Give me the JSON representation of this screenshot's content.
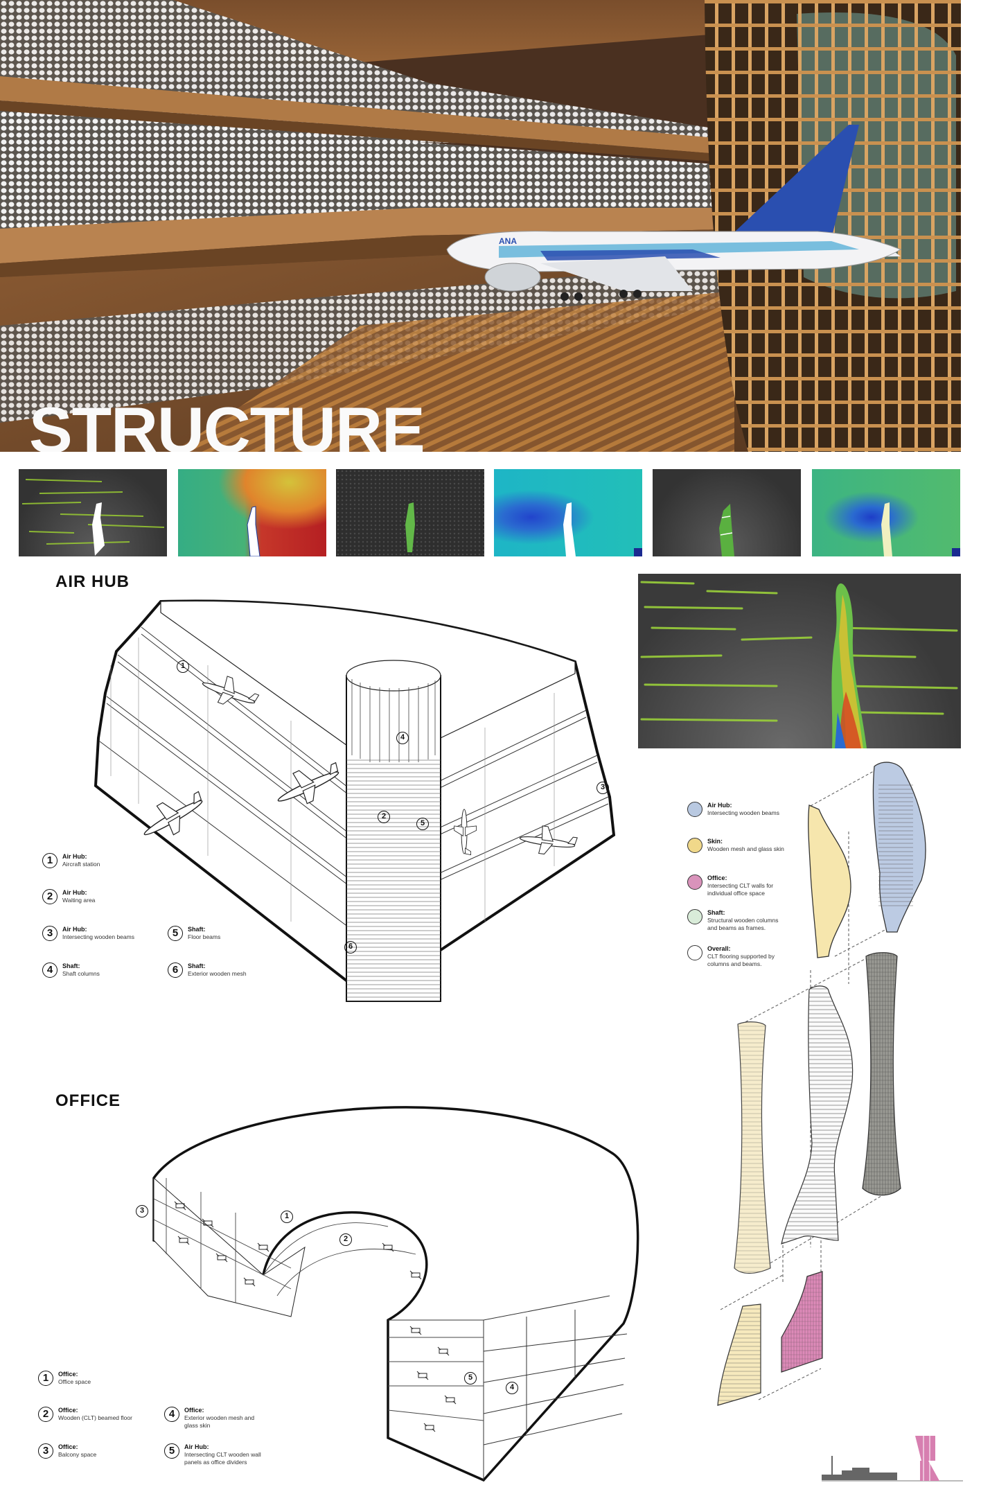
{
  "hero": {
    "title": "STRUCTURE",
    "aircraft_livery": "ANA"
  },
  "air_hub": {
    "heading": "AIR HUB",
    "callouts": [
      "1",
      "2",
      "3",
      "4",
      "5",
      "6"
    ],
    "legend": [
      {
        "num": "1",
        "title": "Air Hub:",
        "desc": "Aircraft station"
      },
      {
        "num": "2",
        "title": "Air Hub:",
        "desc": "Waiting area"
      },
      {
        "num": "3",
        "title": "Air Hub:",
        "desc": "Intersecting wooden beams"
      },
      {
        "num": "4",
        "title": "Shaft:",
        "desc": "Shaft columns"
      },
      {
        "num": "5",
        "title": "Shaft:",
        "desc": "Floor beams"
      },
      {
        "num": "6",
        "title": "Shaft:",
        "desc": "Exterior wooden mesh"
      }
    ]
  },
  "office": {
    "heading": "OFFICE",
    "callouts": [
      "1",
      "2",
      "3",
      "4",
      "5"
    ],
    "legend": [
      {
        "num": "1",
        "title": "Office:",
        "desc": "Office space"
      },
      {
        "num": "2",
        "title": "Office:",
        "desc": "Wooden (CLT) beamed floor"
      },
      {
        "num": "3",
        "title": "Office:",
        "desc": "Balcony space"
      },
      {
        "num": "4",
        "title": "Office:",
        "desc": "Exterior wooden mesh and glass skin"
      },
      {
        "num": "5",
        "title": "Air Hub:",
        "desc": "Intersecting CLT wooden wall panels as office dividers"
      }
    ]
  },
  "component_legend": [
    {
      "title": "Air Hub:",
      "desc": "Intersecting wooden beams",
      "color": "#b9c9e1"
    },
    {
      "title": "Skin:",
      "desc": "Wooden mesh and glass skin",
      "color": "#f0d88a"
    },
    {
      "title": "Office:",
      "desc": "Intersecting CLT walls for individual office space",
      "color": "#d993bb"
    },
    {
      "title": "Shaft:",
      "desc": "Structural wooden columns and beams as frames.",
      "color": "#d9ecd9"
    },
    {
      "title": "Overall:",
      "desc": "CLT flooring supported by columns and beams.",
      "color": "#ffffff"
    }
  ],
  "simulation_thumbnails": [
    "streamlines",
    "pressure-field",
    "surface-mesh",
    "velocity-field",
    "surface-streamlines",
    "wake-field"
  ],
  "colors": {
    "wood": "#c98a4e",
    "mesh": "#e9e9e9",
    "tail_blue": "#2a4fb0",
    "skyline_tower": "#d77fb0"
  }
}
